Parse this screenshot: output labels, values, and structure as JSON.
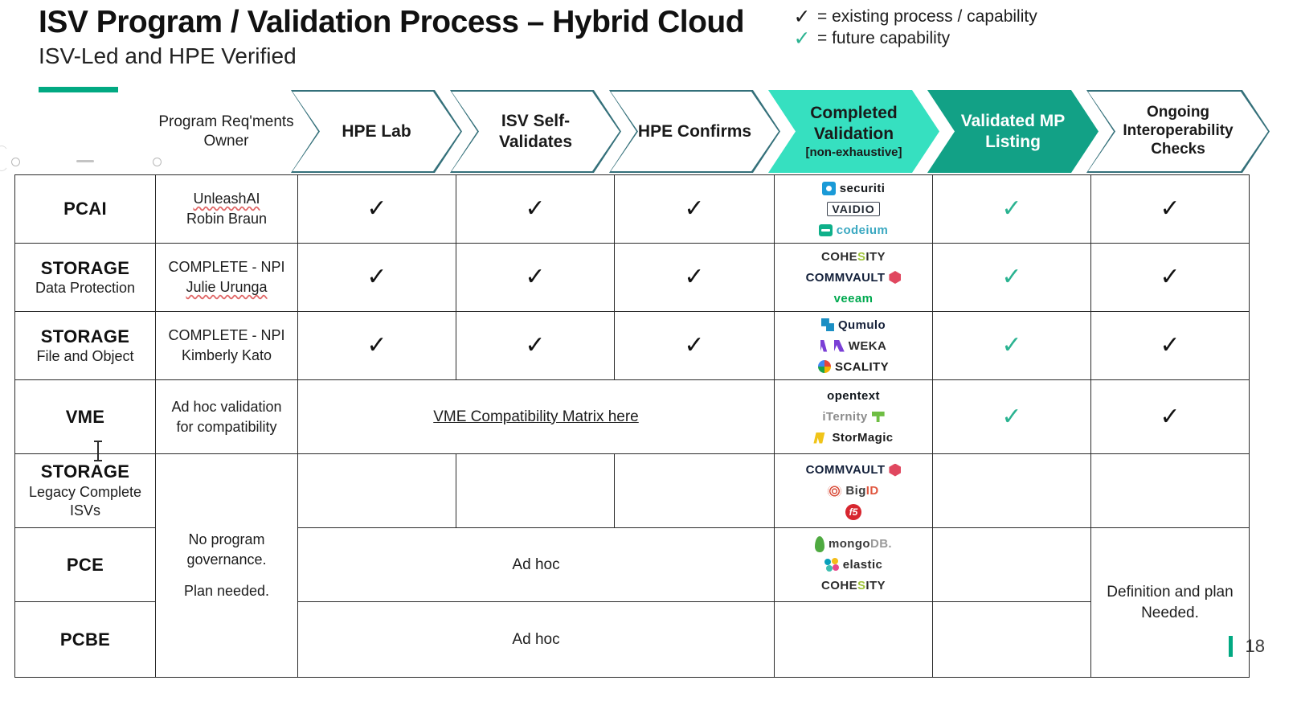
{
  "header": {
    "title": "ISV Program / Validation Process – Hybrid Cloud",
    "subtitle": "ISV-Led and HPE Verified",
    "accent_color": "#01A982"
  },
  "legend": {
    "items": [
      {
        "check": "✓",
        "color": "#1d1d1d",
        "text": "= existing process / capability"
      },
      {
        "check": "✓",
        "color": "#2bb391",
        "text": "= future capability"
      }
    ]
  },
  "columns": {
    "owner_label": "Program Req'ments\nOwner",
    "owner_label_l1": "Program Req'ments",
    "owner_label_l2": "Owner",
    "stages": [
      {
        "label": "HPE Lab",
        "sub": "",
        "style": "outline"
      },
      {
        "label": "ISV Self-\nValidates",
        "l1": "ISV Self-",
        "l2": "Validates",
        "sub": "",
        "style": "outline"
      },
      {
        "label": "HPE Confirms",
        "sub": "",
        "style": "outline"
      },
      {
        "label": "Completed\nValidation",
        "l1": "Completed",
        "l2": "Validation",
        "sub": "[non-exhaustive]",
        "style": "aqua",
        "color": "#36E0C0"
      },
      {
        "label": "Validated MP\nListing",
        "l1": "Validated MP",
        "l2": "Listing",
        "sub": "",
        "style": "teal",
        "color": "#12A186"
      },
      {
        "label": "Ongoing\nInteroperability\nChecks",
        "l1": "Ongoing",
        "l2": "Interoperability",
        "l3": "Checks",
        "sub": "",
        "style": "outline"
      }
    ]
  },
  "rows": [
    {
      "category": "PCAI",
      "category_sub": "",
      "owner_l1": "UnleashAI",
      "owner_l2": "Robin Braun",
      "hpe_lab": "✓",
      "isv_self": "✓",
      "hpe_confirms": "✓",
      "logos": [
        "securiti",
        "VAIDIO",
        "codeium"
      ],
      "validated_mp": "✓",
      "ongoing": "✓"
    },
    {
      "category": "STORAGE",
      "category_sub": "Data Protection",
      "owner_l1": "COMPLETE - NPI",
      "owner_l2": "Julie Urunga",
      "hpe_lab": "✓",
      "isv_self": "✓",
      "hpe_confirms": "✓",
      "logos": [
        "COHESITY",
        "COMMVAULT",
        "veeam"
      ],
      "validated_mp": "✓",
      "ongoing": "✓"
    },
    {
      "category": "STORAGE",
      "category_sub": "File and Object",
      "owner_l1": "COMPLETE - NPI",
      "owner_l2": "Kimberly Kato",
      "hpe_lab": "✓",
      "isv_self": "✓",
      "hpe_confirms": "✓",
      "logos": [
        "Qumulo",
        "WEKA",
        "SCALITY"
      ],
      "validated_mp": "✓",
      "ongoing": "✓"
    },
    {
      "category": "VME",
      "category_sub": "",
      "owner_l1": "Ad hoc validation",
      "owner_l2": "for compatibility",
      "merged_link": "VME Compatibility Matrix here",
      "logos": [
        "opentext",
        "iTernity",
        "StorMagic"
      ],
      "validated_mp": "✓",
      "ongoing": "✓"
    },
    {
      "category": "STORAGE",
      "category_sub": "Legacy Complete\nISVs",
      "category_sub_l1": "Legacy Complete",
      "category_sub_l2": "ISVs",
      "hpe_lab": "",
      "isv_self": "",
      "hpe_confirms": "",
      "logos": [
        "COMMVAULT",
        "BigID",
        "F5"
      ],
      "validated_mp": "",
      "ongoing": ""
    },
    {
      "category": "PCE",
      "category_sub": "",
      "merged_text": "Ad hoc",
      "logos": [
        "mongoDB",
        "elastic",
        "COHESITY"
      ],
      "validated_mp": "",
      "ongoing": ""
    },
    {
      "category": "PCBE",
      "category_sub": "",
      "merged_text": "Ad hoc",
      "logos": [],
      "validated_mp": "",
      "ongoing": ""
    }
  ],
  "merged": {
    "governance_l1": "No program",
    "governance_l2": "governance.",
    "governance_l3": "Plan needed.",
    "definition_l1": "Definition and plan",
    "definition_l2": "Needed."
  },
  "footer": {
    "page_number": "18",
    "bar_color": "#01A982"
  },
  "logo_text": {
    "securiti": "securiti",
    "vaidio": "VAIDIO",
    "codeium": "codeium",
    "cohesity_a": "COHE",
    "cohesity_s": "S",
    "cohesity_b": "ITY",
    "commvault": "COMMVAULT",
    "veeam": "veeam",
    "qumulo": "Qumulo",
    "weka": "WEKA",
    "scality": "SCALITY",
    "opentext": "opentext",
    "iternity_a": "iTernity",
    "stormagic": "StorMagic",
    "bigid_a": "Big",
    "bigid_b": "ID",
    "f5": "f5",
    "mongo_a": "mongo",
    "mongo_b": "DB.",
    "elastic": "elastic"
  }
}
